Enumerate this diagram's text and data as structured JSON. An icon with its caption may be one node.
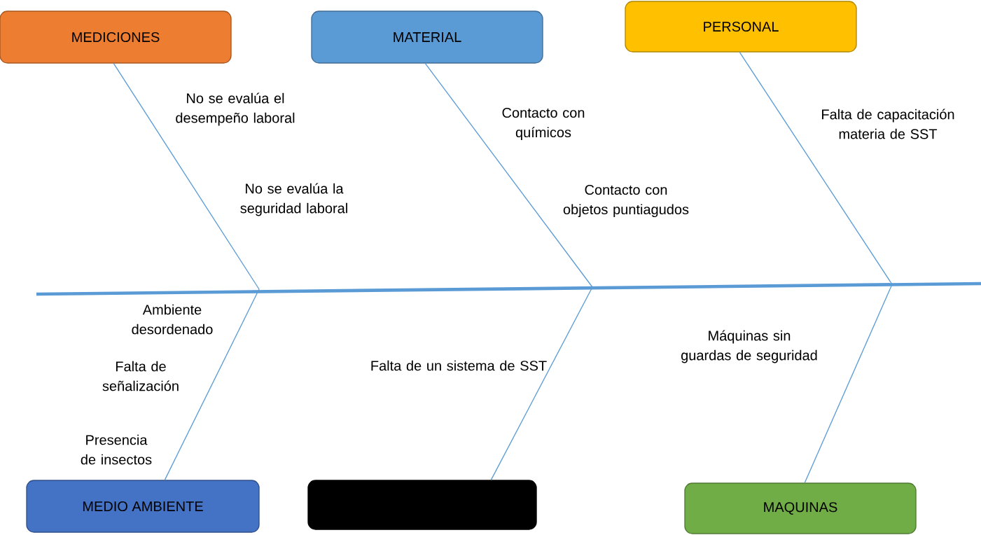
{
  "diagram": {
    "nodes": [
      {
        "text": [
          "MEDICIONES"
        ]
      },
      {
        "text": [
          "MATERIAL"
        ]
      },
      {
        "text": [
          "PERSONAL"
        ]
      },
      {
        "text": [
          "MEDIO AMBIENTE"
        ]
      },
      {
        "text": [],
        "shape": "box"
      },
      {
        "text": [
          "MAQUINAS"
        ]
      }
    ],
    "edges": [
      {
        "from": 0,
        "to": null,
        "arrow": "none"
      },
      {
        "from": 1,
        "to": null,
        "arrow": "none"
      },
      {
        "from": 2,
        "to": null,
        "arrow": "none"
      },
      {
        "from": 3,
        "to": null,
        "arrow": "none"
      },
      {
        "from": 4,
        "to": null,
        "arrow": "none"
      },
      {
        "from": 5,
        "to": null,
        "arrow": "none"
      }
    ],
    "labels": [
      "No se evalúa el desempeño laboral",
      "No se evalúa la seguridad laboral",
      "Contacto con químicos",
      "Contacto con objetos puntiagudos",
      "Falta de capacitación materia de SST",
      "Ambiente desordenado",
      "Falta de señalización",
      "Presencia de insectos",
      "Falta de un sistema de SST",
      "Máquinas sin guardas de seguridad"
    ]
  }
}
